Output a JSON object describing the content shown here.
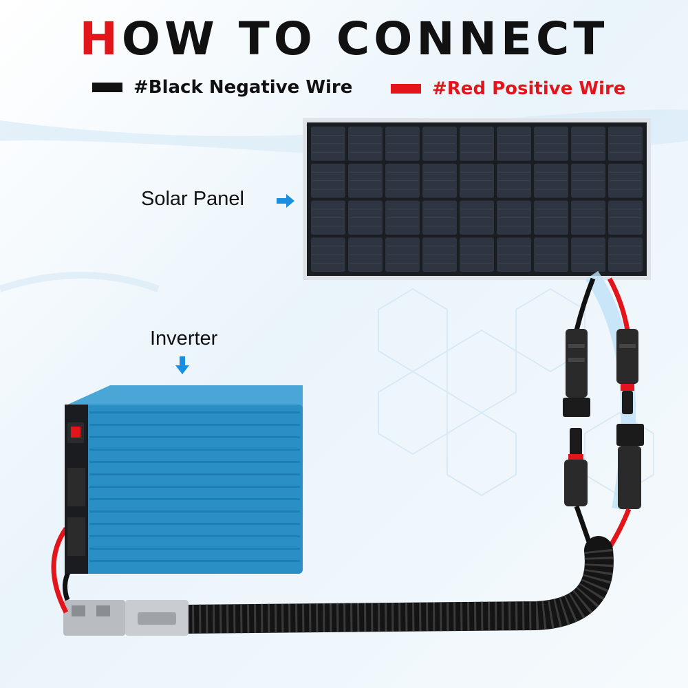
{
  "title": {
    "first_letter": "H",
    "rest": "OW TO CONNECT"
  },
  "legend": [
    {
      "label": "#Black Negative Wire",
      "color": "#111111"
    },
    {
      "label": "#Red Positive Wire",
      "color": "#e2161a"
    }
  ],
  "labels": {
    "solar_panel": "Solar Panel",
    "inverter": "Inverter"
  },
  "colors": {
    "accent_blue": "#1a8fe0",
    "inverter_blue": "#2a8fc4",
    "negative": "#111111",
    "positive": "#e2161a"
  },
  "icons": [
    "arrow-right-icon",
    "arrow-down-icon",
    "power-switch-icon",
    "ac-outlet-icon"
  ]
}
